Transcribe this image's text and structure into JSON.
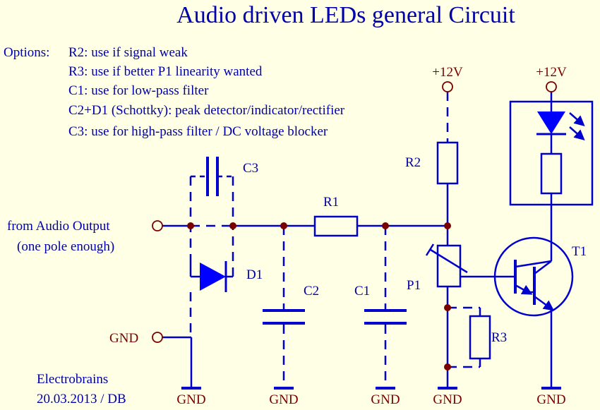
{
  "title": "Audio driven LEDs general Circuit",
  "options": {
    "heading": "Options:",
    "lines": [
      "R2: use if signal weak",
      "R3: use if better P1 linearity wanted",
      "C1: use for low-pass filter",
      "C2+D1 (Schottky): peak detector/indicator/rectifier",
      "C3: use for high-pass filter / DC voltage blocker"
    ]
  },
  "labels": {
    "input_line1": "from Audio Output",
    "input_line2": "(one pole enough)",
    "gnd_input": "GND",
    "supply_left": "+12V",
    "supply_right": "+12V",
    "c3": "C3",
    "d1": "D1",
    "c2": "C2",
    "r1": "R1",
    "c1": "C1",
    "r2": "R2",
    "p1": "P1",
    "r3": "R3",
    "t1": "T1",
    "gnd_1": "GND",
    "gnd_2": "GND",
    "gnd_3": "GND",
    "gnd_4": "GND",
    "gnd_5": "GND"
  },
  "footer": {
    "author": "Electrobrains",
    "date": "20.03.2013 / DB"
  },
  "colors": {
    "background": "#ffffe6",
    "wire": "#0000cc",
    "label": "#7a0000",
    "junction": "#7a0000",
    "text": "#0000aa"
  }
}
